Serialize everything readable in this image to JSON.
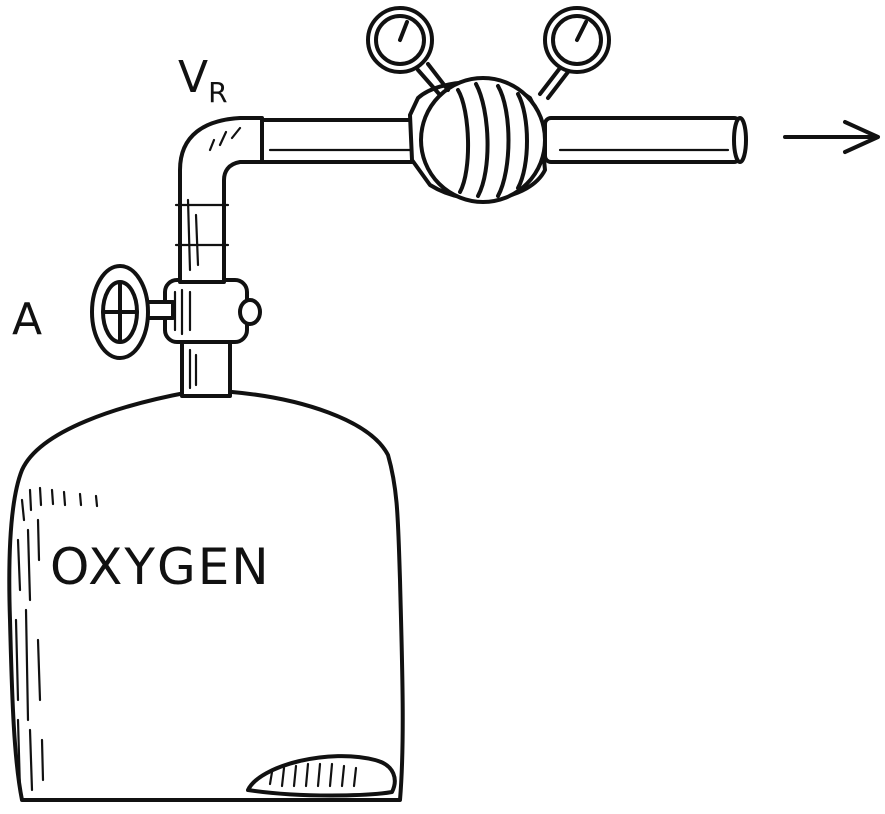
{
  "labels": {
    "valve_label": "A",
    "regulator_label_main": "V",
    "regulator_label_sub": "R",
    "cylinder_text": "OXYGEN"
  },
  "arrow": {
    "glyph": "→"
  }
}
